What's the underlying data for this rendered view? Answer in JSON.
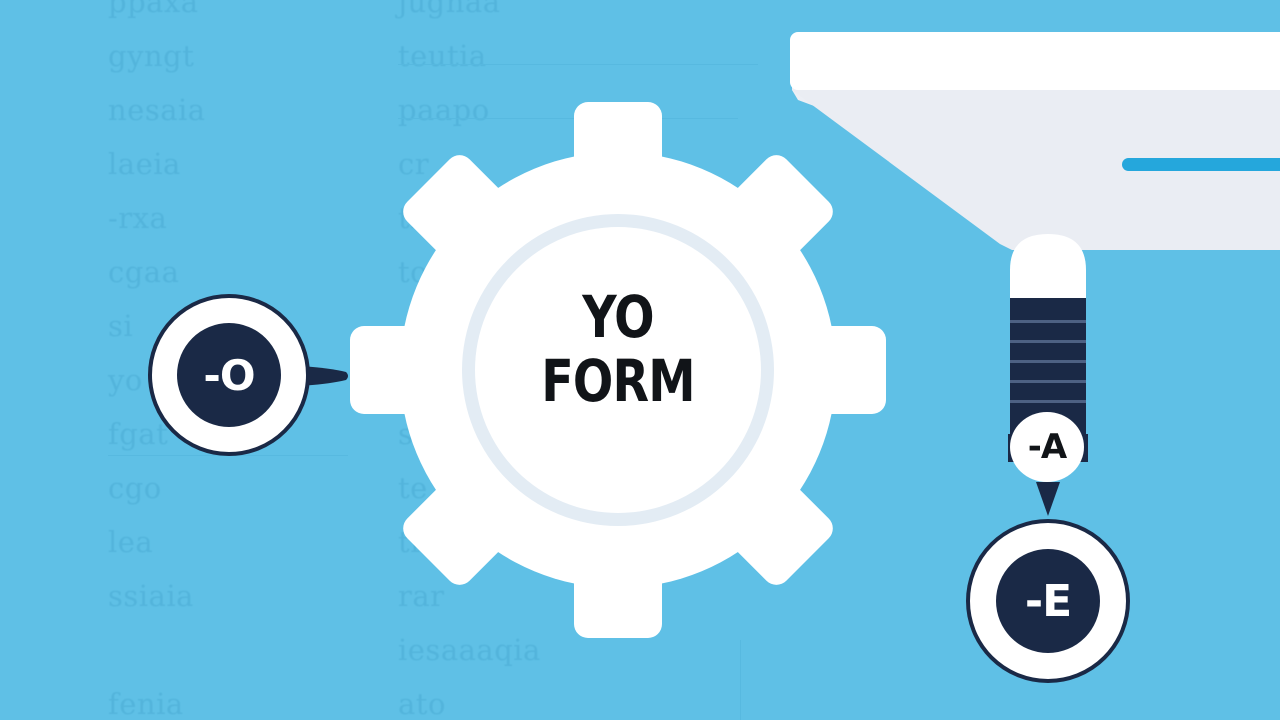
{
  "gear": {
    "title_line1": "YO",
    "title_line2": "FORM"
  },
  "badges": {
    "left_label": "-O",
    "connector_label": "-A",
    "bottom_right_label": "-E"
  },
  "background_text": {
    "column_a": [
      "ppaxa",
      "gyngt",
      "nesaia",
      "laeia",
      "-rxa",
      "cgaa",
      "si",
      "yo",
      "fgat",
      "cgo",
      "lea",
      "ssiaia",
      "",
      "fenia"
    ],
    "column_b": [
      "jugnaa",
      "teutia",
      "paapo",
      "cr",
      "tr",
      "to",
      "",
      "",
      "sr",
      "te",
      "tr",
      "rar",
      "iesaaaqia",
      "ato"
    ]
  },
  "colors": {
    "background": "#5fc0e6",
    "gear": "#ffffff",
    "gear_ring": "#e3ecf4",
    "navy": "#1a2946",
    "funnel": "#eceff5",
    "accent": "#25a7dc"
  },
  "icons": {
    "main": "gear-icon",
    "funnel": "funnel-icon",
    "connector": "stylus-connector-icon"
  }
}
